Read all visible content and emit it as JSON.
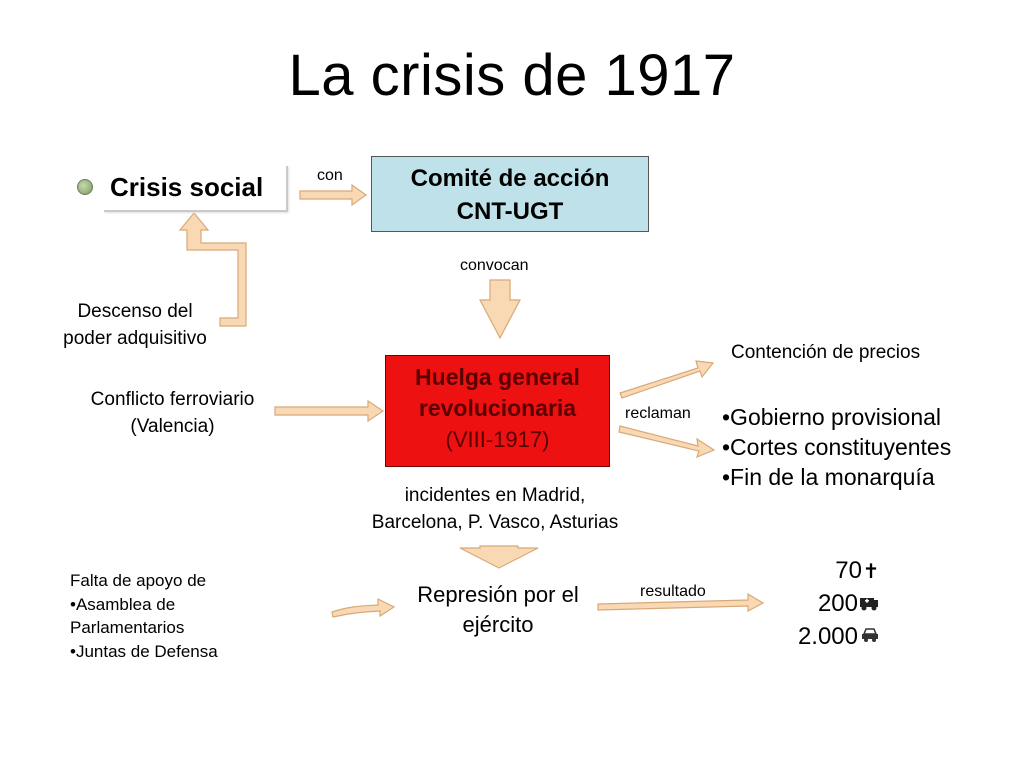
{
  "title": "La crisis de 1917",
  "nodes": {
    "crisis_social": "Crisis social",
    "comite_line1": "Comité de acción",
    "comite_line2": "CNT-UGT",
    "descenso_line1": "Descenso del",
    "descenso_line2": "poder adquisitivo",
    "conflicto_line1": "Conflicto ferroviario",
    "conflicto_line2": "(Valencia)",
    "huelga_line1": "Huelga general",
    "huelga_line2": "revolucionaria",
    "huelga_line3": "(VIII-1917)",
    "contencion": "Contención de precios",
    "demandas": [
      "•Gobierno provisional",
      "•Cortes constituyentes",
      "•Fin de la monarquía"
    ],
    "incidentes_line1": "incidentes en Madrid,",
    "incidentes_line2": "Barcelona, P. Vasco, Asturias",
    "falta": [
      "Falta de apoyo de",
      "•Asamblea de",
      "Parlamentarios",
      "•Juntas de Defensa"
    ],
    "represion_line1": "Represión por el",
    "represion_line2": "ejército",
    "resultados": [
      {
        "value": "70",
        "icon": "cross-icon"
      },
      {
        "value": "200",
        "icon": "injured-icon"
      },
      {
        "value": "2.000",
        "icon": "vehicle-icon"
      }
    ]
  },
  "edge_labels": {
    "con": "con",
    "convocan": "convocan",
    "reclaman": "reclaman",
    "resultado": "resultado"
  },
  "colors": {
    "arrow_fill": "#f9d9b4",
    "arrow_stroke": "#d9a878",
    "comite_bg": "#bfe2ea",
    "huelga_bg": "#ee1111"
  }
}
